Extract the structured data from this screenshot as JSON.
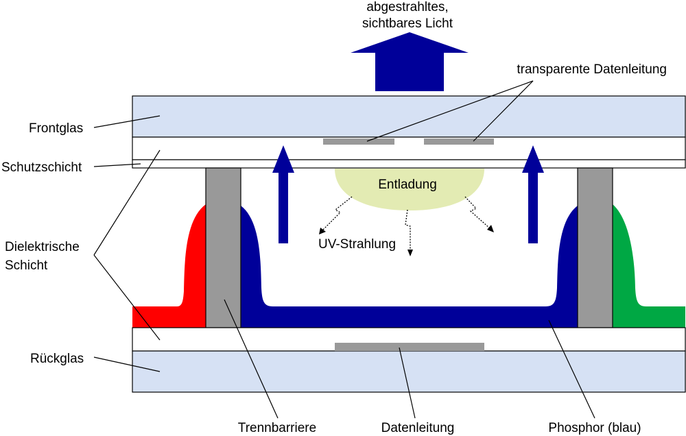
{
  "labels": {
    "emitted_light_line1": "abgestrahltes,",
    "emitted_light_line2": "sichtbares Licht",
    "transparent_data_line": "transparente Datenleitung",
    "front_glass": "Frontglas",
    "protective_layer": "Schutzschicht",
    "dielectric_line1": "Dielektrische",
    "dielectric_line2": "Schicht",
    "rear_glass": "Rückglas",
    "discharge": "Entladung",
    "uv_radiation": "UV-Strahlung",
    "barrier": "Trennbarriere",
    "data_line": "Datenleitung",
    "phosphor": "Phosphor (blau)"
  },
  "colors": {
    "glass": "#d6e1f4",
    "barrier": "#999999",
    "electrode": "#999999",
    "phosphor_red": "#ff0000",
    "phosphor_blue": "#000099",
    "phosphor_green": "#00a844",
    "discharge": "#e3ebb3",
    "arrow": "#000099"
  }
}
